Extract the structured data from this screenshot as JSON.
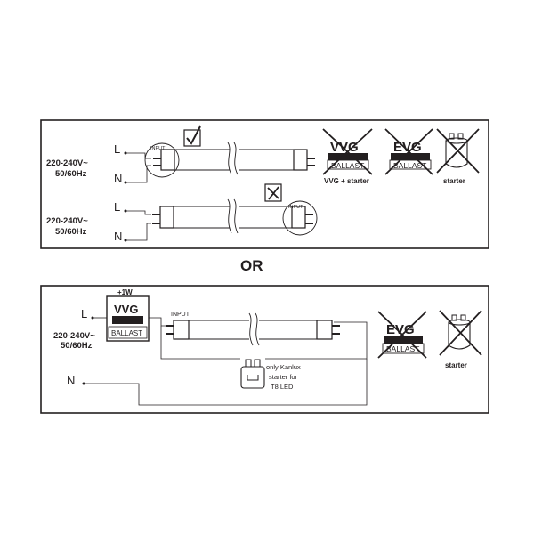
{
  "panel1": {
    "row1": {
      "voltage": "220-240V~",
      "freq": "50/60Hz",
      "live": "L",
      "neutral": "N",
      "input": "INPUT",
      "mark": "check"
    },
    "row2": {
      "voltage": "220-240V~",
      "freq": "50/60Hz",
      "live": "L",
      "neutral": "N",
      "input": "INPUT",
      "mark": "cross"
    },
    "icons": {
      "vvg_title": "VVG",
      "vvg_sub": "BALLAST",
      "vvg_caption": "VVG + starter",
      "evg_title": "EVG",
      "evg_sub": "BALLAST",
      "starter_caption": "starter"
    }
  },
  "or_label": "OR",
  "panel2": {
    "voltage": "220-240V~",
    "freq": "50/60Hz",
    "live": "L",
    "neutral": "N",
    "power": "+1W",
    "vvg_title": "VVG",
    "vvg_sub": "BALLAST",
    "input": "INPUT",
    "starter_note": [
      "only Kanlux",
      "starter for",
      "T8 LED"
    ],
    "icons": {
      "evg_title": "EVG",
      "evg_sub": "BALLAST",
      "starter_caption": "starter"
    }
  },
  "colors": {
    "ink": "#231f20",
    "background": "#ffffff"
  }
}
